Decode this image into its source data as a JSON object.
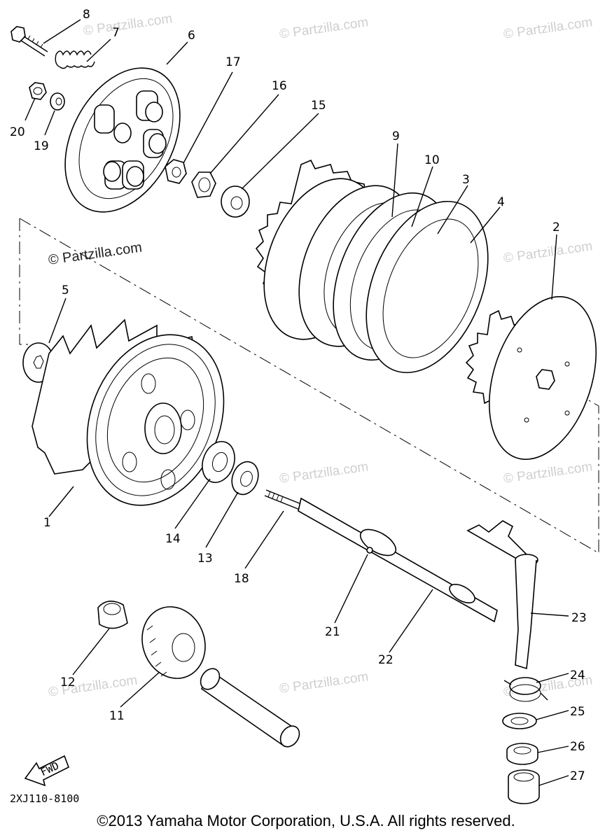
{
  "watermarks": [
    "© Partzilla.com",
    "© Partzilla.com",
    "© Partzilla.com",
    "© Partzilla.com",
    "© Partzilla.com",
    "© Partzilla.com",
    "© Partzilla.com",
    "© Partzilla.com",
    "© Partzilla.com",
    "© Partzilla.com"
  ],
  "callouts": [
    "1",
    "2",
    "3",
    "4",
    "5",
    "6",
    "7",
    "8",
    "9",
    "10",
    "11",
    "12",
    "13",
    "14",
    "15",
    "16",
    "17",
    "18",
    "19",
    "20",
    "21",
    "22",
    "23",
    "24",
    "25",
    "26",
    "27"
  ],
  "fwd_label": "FWD",
  "diagram_code": "2XJ110-8100",
  "copyright": "©2013  Yamaha Motor Corporation, U.S.A. All rights reserved."
}
